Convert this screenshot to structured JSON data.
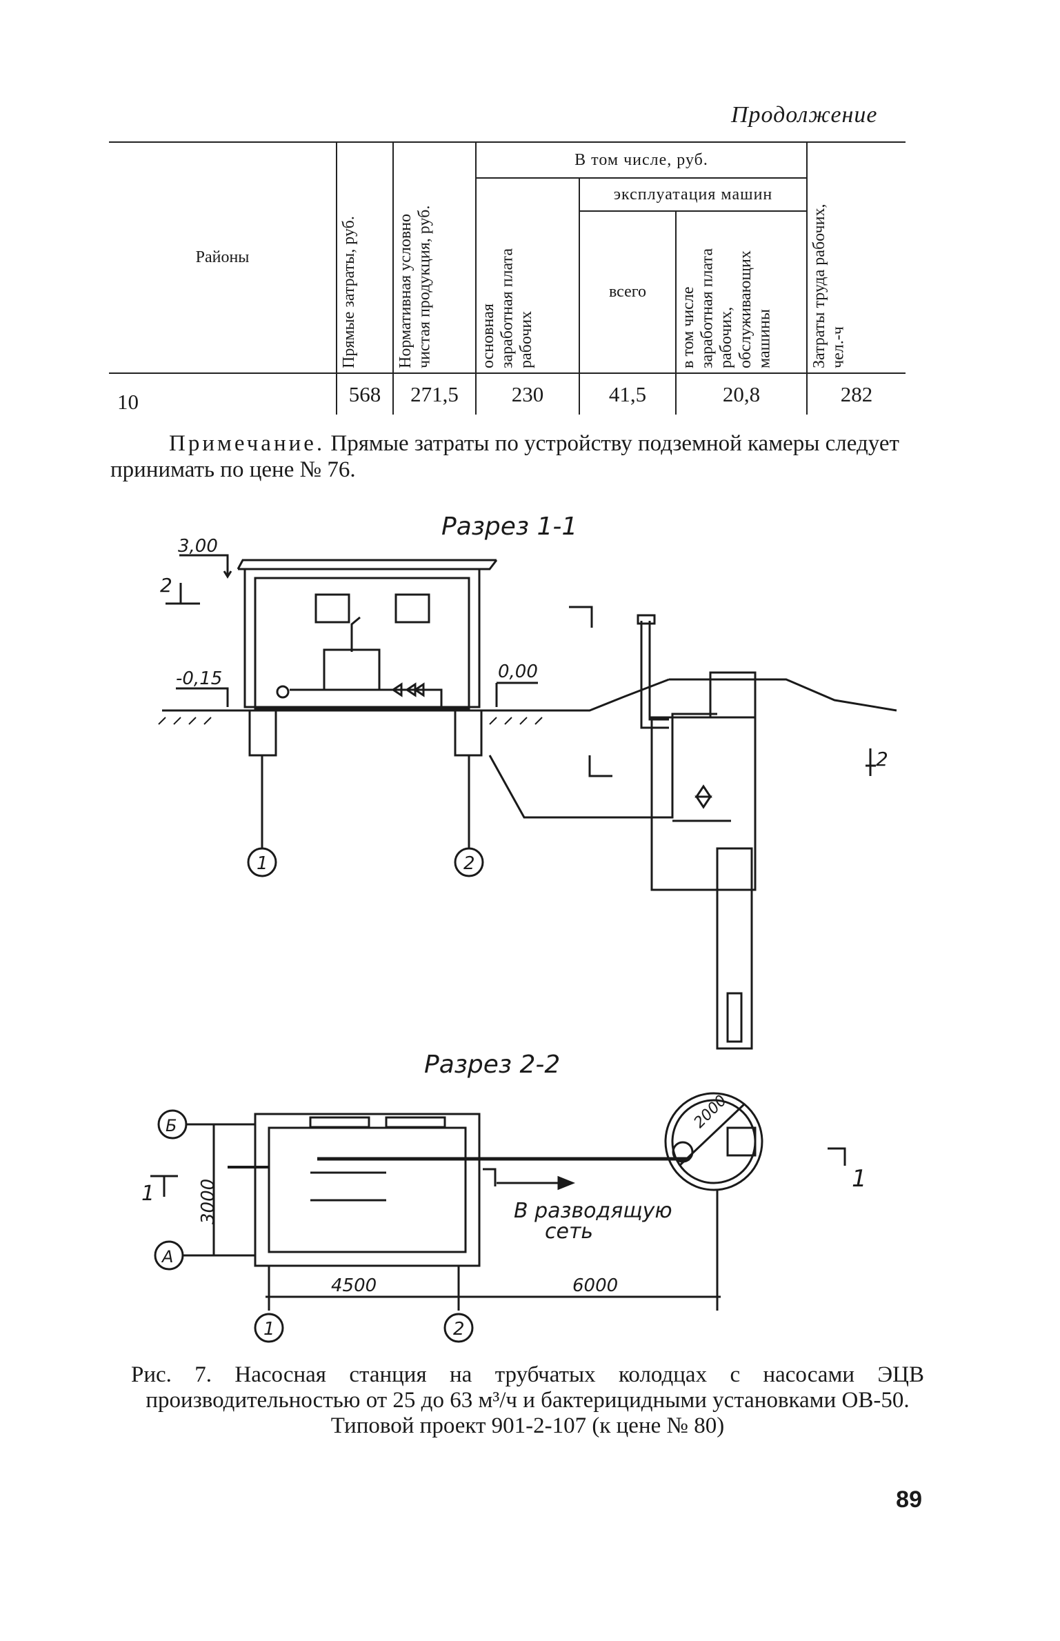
{
  "continuation": "Продолжение",
  "table": {
    "col_regions": "Районы",
    "col_direct": "Прямые затраты, руб.",
    "col_normative": "Нормативная условно чистая продукция, руб.",
    "group_including": "В том числе, руб.",
    "col_wages": "основная заработная плата рабочих",
    "group_machines": "эксплуатация машин",
    "col_total": "всего",
    "col_machine_wages": "в том числе заработная плата рабочих, обслуживающих машины",
    "col_labor": "Затраты труда рабочих, чел.-ч",
    "row": {
      "region": "10",
      "direct": "568",
      "normative": "271,5",
      "wages": "230",
      "total": "41,5",
      "machine_wages": "20,8",
      "labor": "282"
    }
  },
  "note": {
    "label": "Примечание.",
    "text": "Прямые затраты по устройству подземной камеры следует принимать по цене № 76."
  },
  "drawing": {
    "section1_title": "Разрез 1-1",
    "section2_title": "Разрез 2-2",
    "elev_300": "3,00",
    "elev_015": "-0,15",
    "elev_000": "0,00",
    "mark_2": "2",
    "axis_1": "1",
    "axis_2": "2",
    "axis_A": "А",
    "axis_B": "Б",
    "dim_3000": "3000",
    "dim_4500": "4500",
    "dim_6000": "6000",
    "dim_2000": "2000",
    "network_label_1": "В разводящую",
    "network_label_2": "сеть",
    "cut_mark": "1"
  },
  "caption": {
    "line1": "Рис. 7. Насосная станция на трубчатых колодцах с насосами ЭЦВ производительностью от 25 до 63 м³/ч и бактерицидными установками ОВ-50.",
    "line2": "Типовой проект 901-2-107 (к цене № 80)"
  },
  "page_number": "89"
}
